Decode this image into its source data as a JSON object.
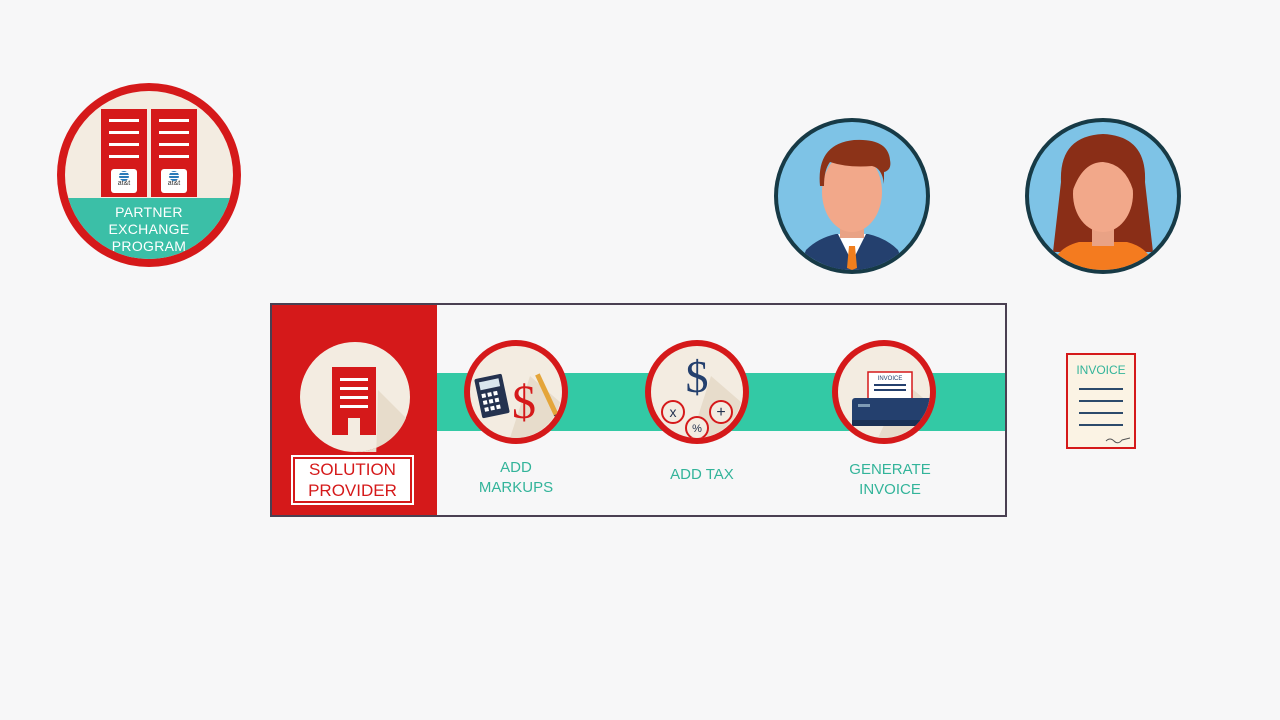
{
  "partner": {
    "label_lines": [
      "PARTNER",
      "EXCHANGE",
      "PROGRAM"
    ],
    "logo_text": "at&t"
  },
  "provider": {
    "label_lines": [
      "SOLUTION",
      "PROVIDER"
    ]
  },
  "steps": [
    {
      "label_lines": [
        "ADD",
        "MARKUPS"
      ]
    },
    {
      "label_lines": [
        "ADD TAX"
      ]
    },
    {
      "label_lines": [
        "GENERATE",
        "INVOICE"
      ]
    }
  ],
  "tax_symbols": {
    "dollar": "$",
    "multiply": "x",
    "plus": "+",
    "percent": "%"
  },
  "markup_symbol": "$",
  "printer_paper_label": "INVOICE",
  "invoice_doc": {
    "title": "INVOICE"
  },
  "colors": {
    "red": "#d5191a",
    "teal": "#33c9a5",
    "cream": "#f3ece1",
    "navy": "#173a46"
  }
}
